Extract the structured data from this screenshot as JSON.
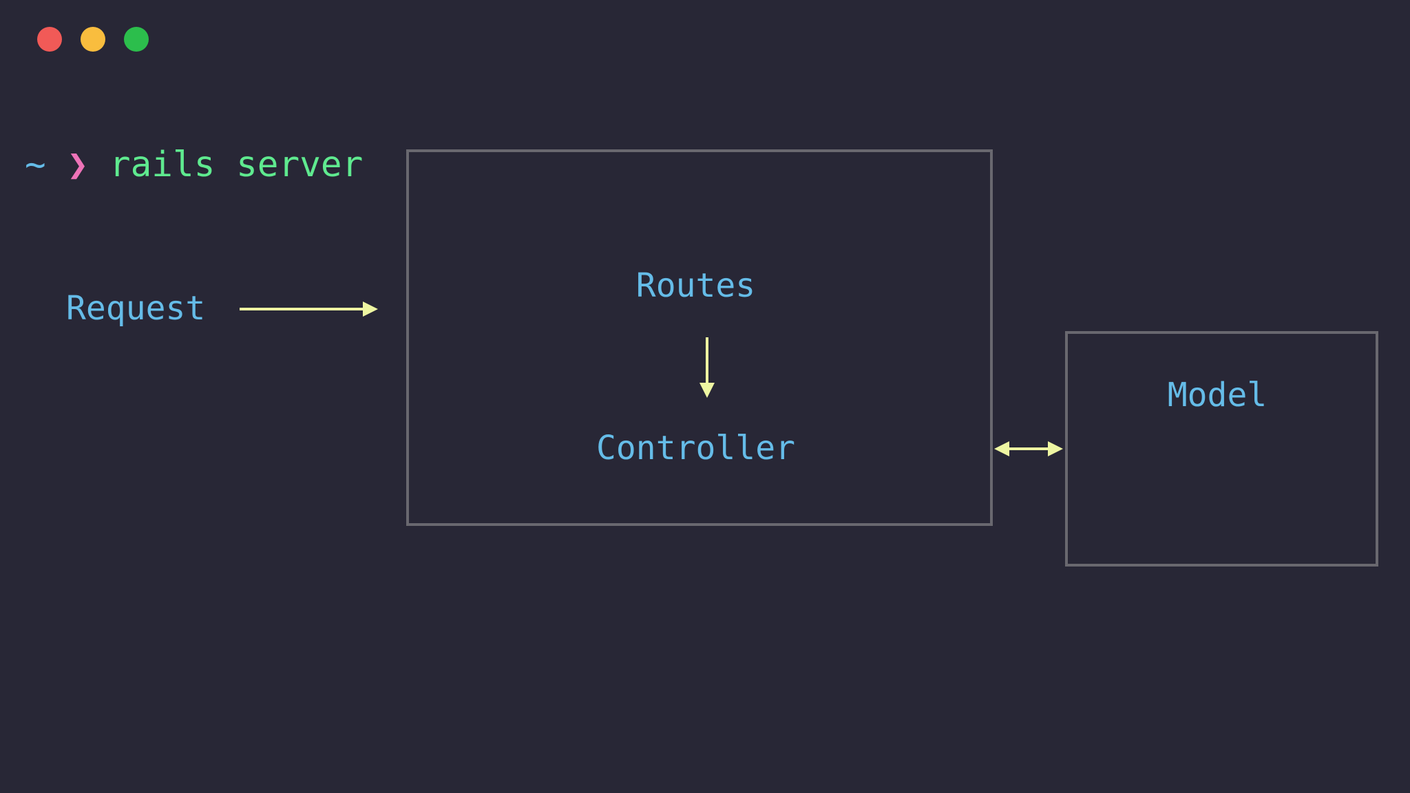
{
  "window": {
    "traffic_lights": [
      {
        "name": "close",
        "color": "#f15a57"
      },
      {
        "name": "minimize",
        "color": "#f9bd3e"
      },
      {
        "name": "maximize",
        "color": "#2cbe4c"
      }
    ]
  },
  "terminal": {
    "tilde": "~",
    "prompt_symbol": "❯",
    "command": "rails server",
    "colors": {
      "tilde": "#65bce8",
      "prompt_symbol": "#ee73b8",
      "command": "#5fea8f"
    }
  },
  "diagram": {
    "request_label": "Request",
    "routes_label": "Routes",
    "controller_label": "Controller",
    "model_label": "Model",
    "colors": {
      "label": "#65bce8",
      "arrow": "#eef6a2",
      "box_border": "#69686f"
    },
    "icons": [
      "arrow-right-icon",
      "arrow-down-icon",
      "arrow-bidirectional-icon"
    ]
  }
}
